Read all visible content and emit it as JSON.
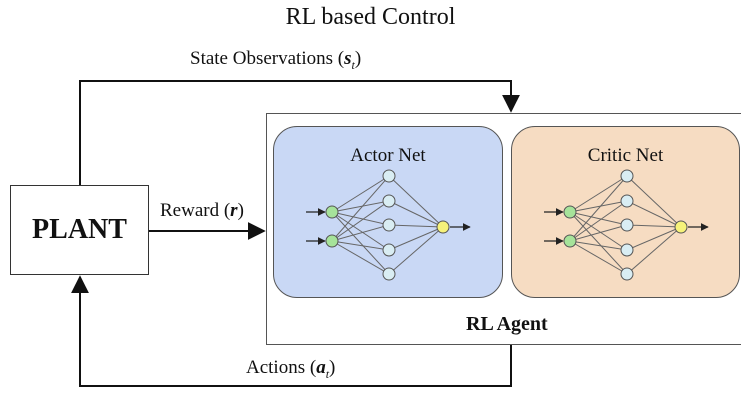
{
  "title": "RL based Control",
  "plant": {
    "label": "PLANT"
  },
  "agent": {
    "label": "RL Agent"
  },
  "actor": {
    "label": "Actor Net"
  },
  "critic": {
    "label": "Critic Net"
  },
  "edges": {
    "state": {
      "text": "State Observations (",
      "sym": "s",
      "sub": "t",
      "close": ")"
    },
    "reward": {
      "text": "Reward (",
      "sym": "r",
      "close": ")"
    },
    "actions": {
      "text": "Actions (",
      "sym": "a",
      "sub": "t",
      "close": ")"
    }
  },
  "colors": {
    "actor_fill": "#c9d8f5",
    "critic_fill": "#f6dcc2",
    "input_node": "#a6e39a",
    "hidden_node": "#d9edf3",
    "output_node": "#f6f27a"
  }
}
